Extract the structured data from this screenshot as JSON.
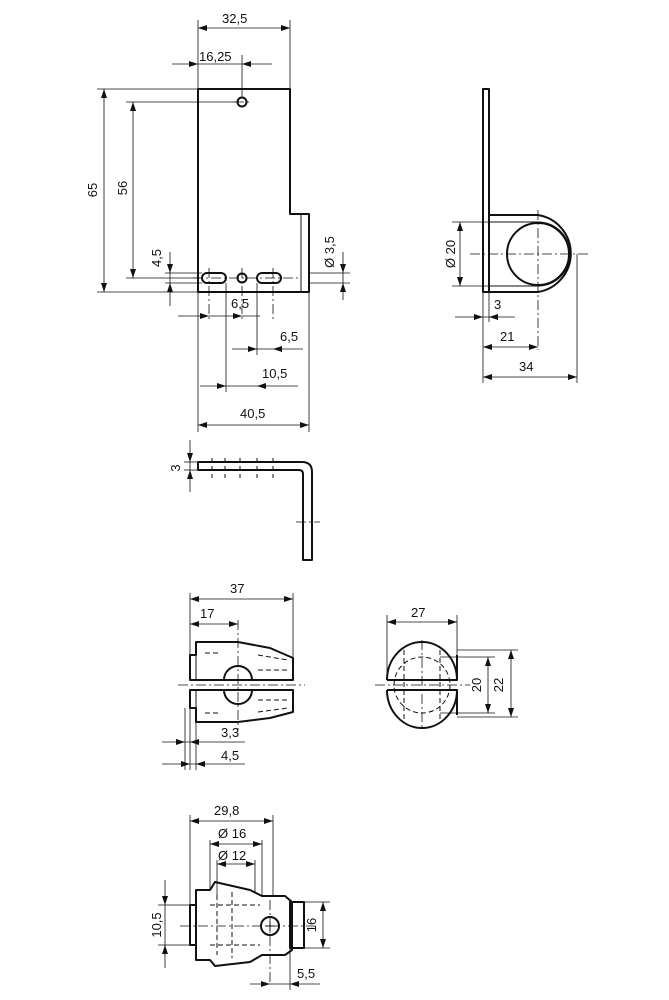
{
  "views": {
    "bracket_front": {
      "dims": {
        "width_top": "32,5",
        "hole_offset": "16,25",
        "height_total": "65",
        "hole_height": "56",
        "slot_height": "4,5",
        "hole_dia": "Ø 3,5",
        "slot_gap_left": "6,5",
        "slot_gap_right": "6,5",
        "slot_dist": "10,5",
        "width_bottom": "40,5"
      }
    },
    "bracket_side": {
      "dims": {
        "thickness": "3"
      }
    },
    "bracket_right": {
      "dims": {
        "ring_dia": "Ø 20",
        "wall": "3",
        "center": "21",
        "outer": "34"
      }
    },
    "clamp_front": {
      "dims": {
        "width": "37",
        "half": "17",
        "tab1": "3,3",
        "tab2": "4,5"
      }
    },
    "clamp_side": {
      "dims": {
        "width": "27",
        "inner": "20",
        "outer": "22"
      }
    },
    "clamp_bottom": {
      "dims": {
        "length": "29,8",
        "dia1": "Ø 16",
        "dia2": "Ø 12",
        "neck": "10,5",
        "height": "16",
        "screw": "5,5"
      }
    }
  }
}
